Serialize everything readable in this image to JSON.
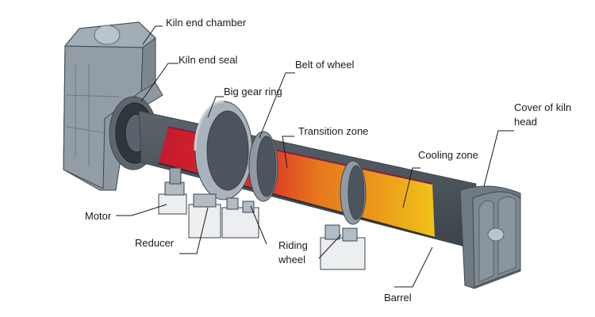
{
  "labels": {
    "kiln_end_chamber": "Kiln end chamber",
    "kiln_end_seal": "Kiln end seal",
    "belt_of_wheel": "Belt of wheel",
    "big_gear_ring": "Big gear ring",
    "transition_zone": "Transition zone",
    "cover_of_kiln_head_line1": "Cover of kiln",
    "cover_of_kiln_head_line2": "head",
    "cooling_zone": "Cooling zone",
    "motor": "Motor",
    "reducer": "Reducer",
    "riding_wheel_line1": "Riding",
    "riding_wheel_line2": "wheel",
    "barrel": "Barrel"
  },
  "colors": {
    "shell": "#4c555d",
    "shell_dark": "#3a4249",
    "housing": "#8d98a1",
    "ring": "#a9b3bb",
    "hot_red": "#d9262b",
    "mid_orange": "#ea7b1e",
    "cool_yellow": "#f2c01a",
    "base_block": "#eceeef"
  }
}
